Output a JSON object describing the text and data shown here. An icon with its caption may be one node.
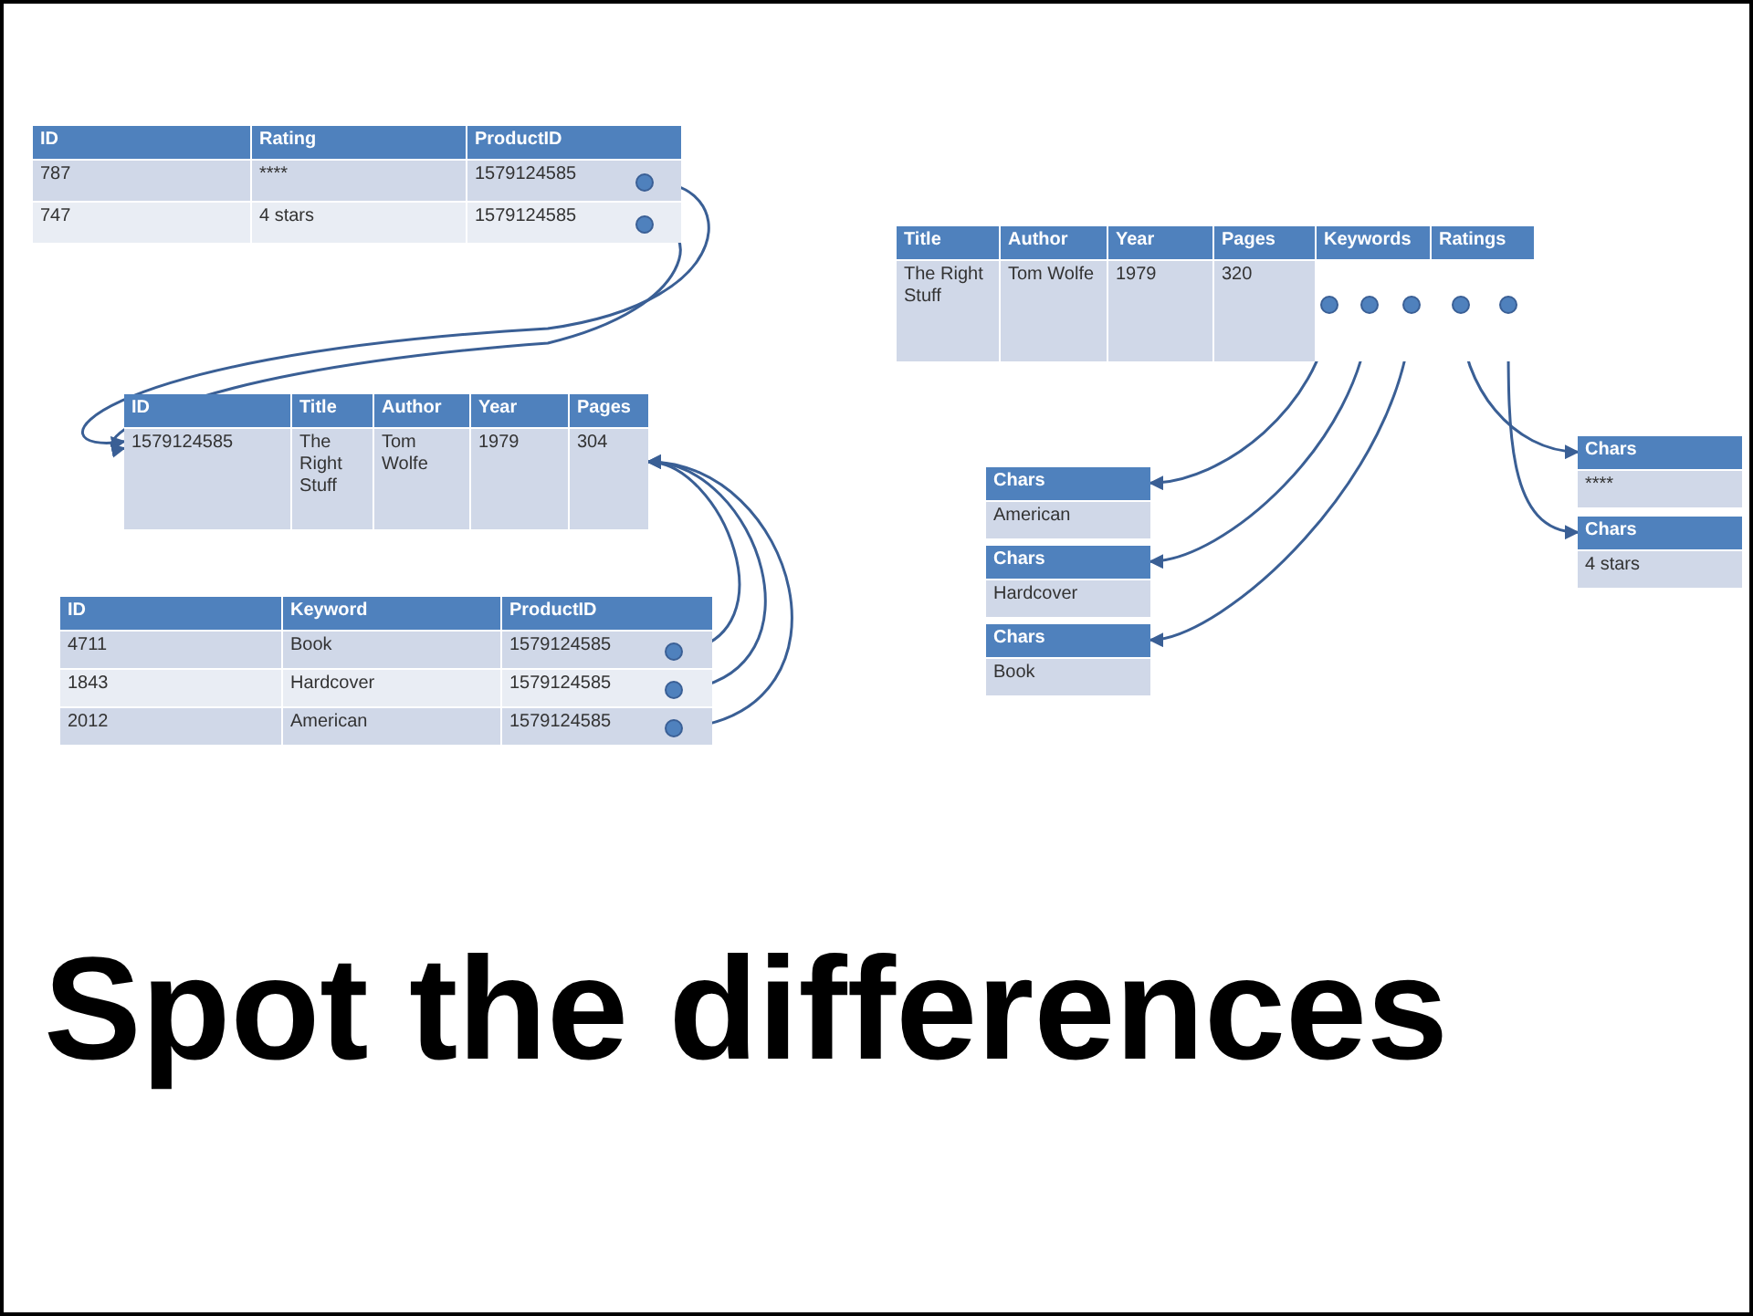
{
  "diagram": {
    "title": "Spot the differences",
    "nodes": [
      {
        "text": [
          "ID",
          "Rating",
          "ProductID",
          "787",
          "****",
          "1579124585",
          "747",
          "4 stars",
          "1579124585"
        ]
      },
      {
        "text": [],
        "shape": "circle",
        "in": 0
      },
      {
        "text": [],
        "shape": "circle",
        "in": 0
      },
      {
        "text": [
          "ID",
          "Title",
          "Author",
          "Year",
          "Pages",
          "1579124585",
          "The Right Stuff",
          "Tom Wolfe",
          "1979",
          "304"
        ]
      },
      {
        "text": [
          "ID",
          "Keyword",
          "ProductID",
          "4711",
          "Book",
          "1579124585",
          "1843",
          "Hardcover",
          "1579124585",
          "2012",
          "American",
          "1579124585"
        ]
      },
      {
        "text": [],
        "shape": "circle",
        "in": 4
      },
      {
        "text": [],
        "shape": "circle",
        "in": 4
      },
      {
        "text": [],
        "shape": "circle",
        "in": 4
      },
      {
        "text": [
          "Title",
          "Author",
          "Year",
          "Pages",
          "Keywords",
          "Ratings",
          "The Right Stuff",
          "Tom Wolfe",
          "1979",
          "320"
        ]
      },
      {
        "text": [],
        "shape": "circle",
        "in": 8
      },
      {
        "text": [],
        "shape": "circle",
        "in": 8
      },
      {
        "text": [],
        "shape": "circle",
        "in": 8
      },
      {
        "text": [],
        "shape": "circle",
        "in": 8
      },
      {
        "text": [],
        "shape": "circle",
        "in": 8
      },
      {
        "text": [
          "Chars",
          "American"
        ]
      },
      {
        "text": [
          "Chars",
          "Hardcover"
        ]
      },
      {
        "text": [
          "Chars",
          "Book"
        ]
      },
      {
        "text": [
          "Chars",
          "****"
        ]
      },
      {
        "text": [
          "Chars",
          "4 stars"
        ]
      }
    ],
    "edges": [
      {
        "from": 1,
        "to": 3,
        "arrow": "to"
      },
      {
        "from": 2,
        "to": 3,
        "arrow": "to"
      },
      {
        "from": 5,
        "to": 3,
        "arrow": "to"
      },
      {
        "from": 6,
        "to": 3,
        "arrow": "to"
      },
      {
        "from": 7,
        "to": 3,
        "arrow": "to"
      },
      {
        "from": 9,
        "to": 14,
        "arrow": "to"
      },
      {
        "from": 10,
        "to": 15,
        "arrow": "to"
      },
      {
        "from": 11,
        "to": 16,
        "arrow": "to"
      },
      {
        "from": 12,
        "to": 17,
        "arrow": "to"
      },
      {
        "from": 13,
        "to": 18,
        "arrow": "to"
      }
    ]
  }
}
